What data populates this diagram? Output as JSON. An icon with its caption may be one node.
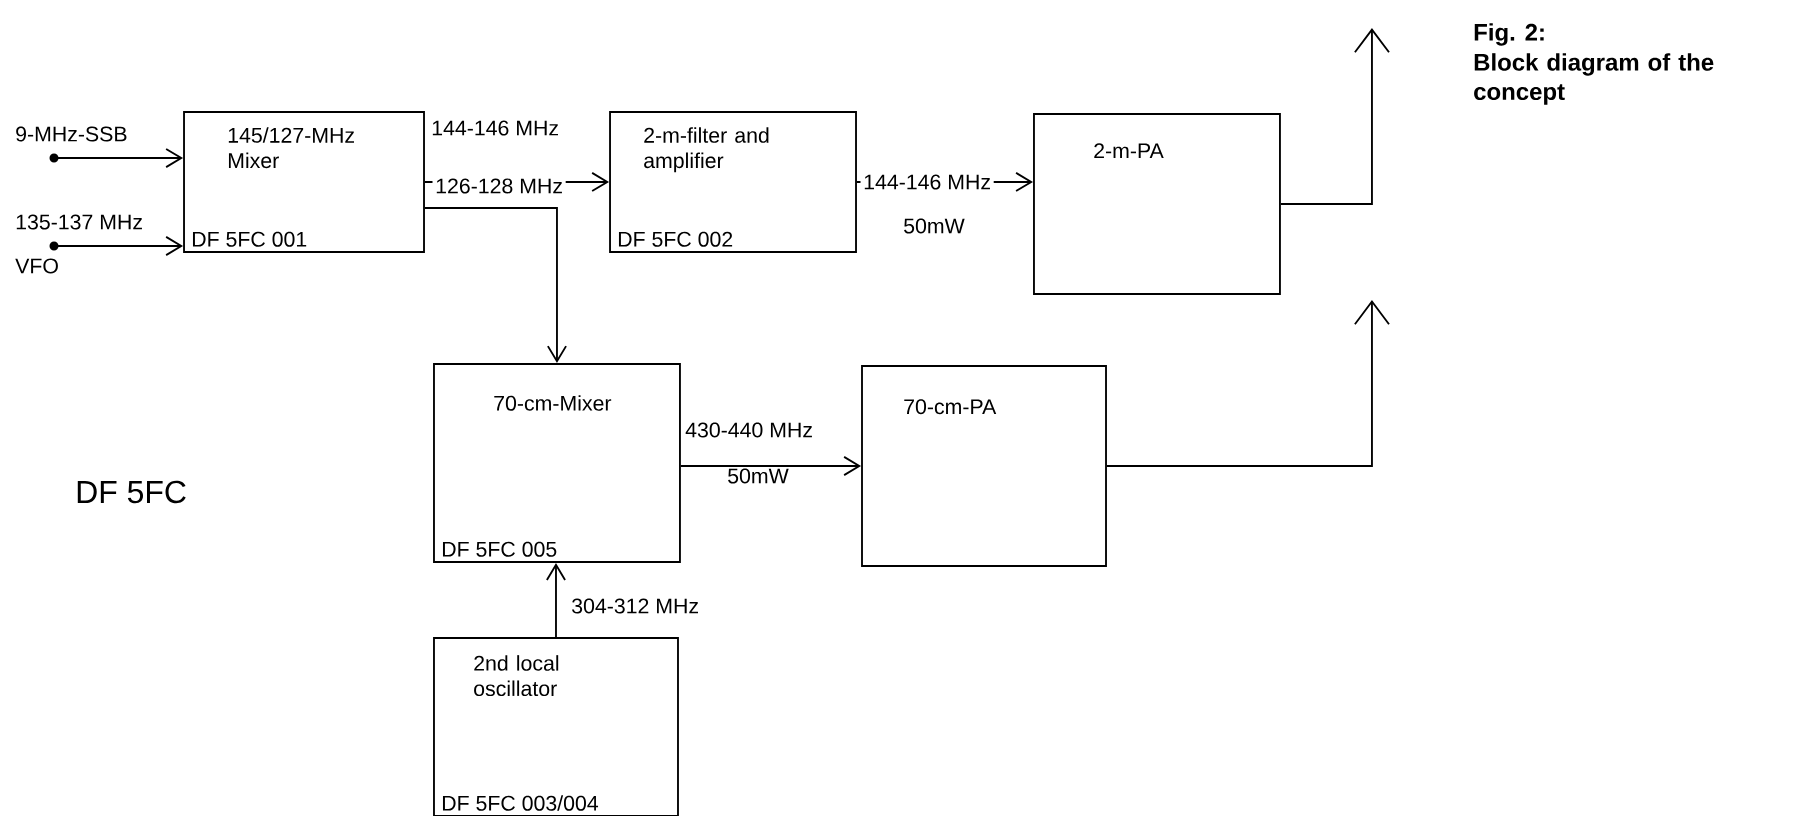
{
  "diagram": {
    "title": "Fig. 2:",
    "caption": "Block diagram of the concept",
    "nodes": [
      {
        "text": [
          "145/127-MHz Mixer",
          "DF 5FC 001"
        ]
      },
      {
        "text": [
          "2-m-filter and amplifier",
          "DF 5FC 002"
        ]
      },
      {
        "text": [
          "2-m-PA"
        ]
      },
      {
        "text": [
          "70-cm-Mixer",
          "DF 5FC 005"
        ]
      },
      {
        "text": [
          "70-cm-PA"
        ]
      },
      {
        "text": [
          "2nd local oscillator",
          "DF 5FC 003/004"
        ]
      },
      {
        "text": [],
        "shape": "circle",
        "beside": [
          "9-MHz-SSB"
        ]
      },
      {
        "text": [],
        "shape": "circle",
        "beside": [
          "135-137 MHz",
          "VFO"
        ]
      }
    ],
    "edges": [
      {
        "from": 6,
        "to": 0,
        "arrow": "to"
      },
      {
        "from": 7,
        "to": 0,
        "arrow": "to"
      },
      {
        "from": 0,
        "to": 1,
        "arrow": "to",
        "label": "144-146 MHz"
      },
      {
        "from": 0,
        "to": 3,
        "arrow": "to",
        "label": "126-128 MHz"
      },
      {
        "from": 1,
        "to": 2,
        "arrow": "to",
        "label": "144-146 MHz"
      },
      {
        "from": 3,
        "to": 4,
        "arrow": "to",
        "label": "430-440 MHz"
      },
      {
        "from": 5,
        "to": 3,
        "arrow": "to",
        "label": "304-312 MHz"
      },
      {
        "from": 2,
        "to": null,
        "arrow": "to"
      },
      {
        "from": 4,
        "to": null,
        "arrow": "to"
      }
    ],
    "labels": [
      "50mW",
      "50mW",
      "DF 5FC"
    ]
  }
}
